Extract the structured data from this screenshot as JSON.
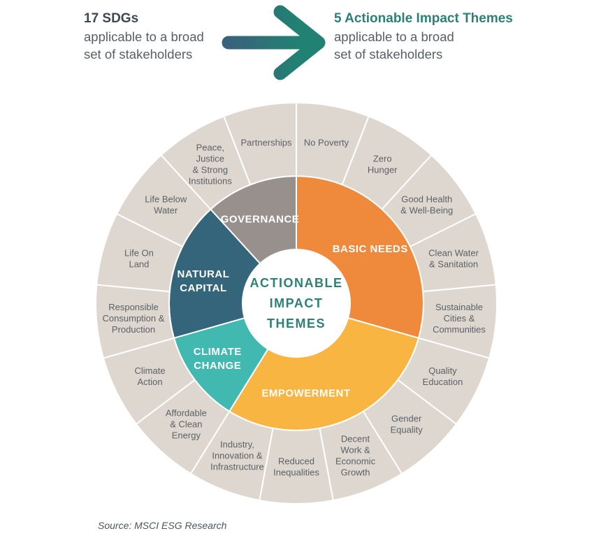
{
  "header": {
    "left": {
      "title": "17 SDGs",
      "line1": "applicable to a broad",
      "line2": "set of stakeholders"
    },
    "right": {
      "title": "5 Actionable Impact Themes",
      "line1": "applicable to a broad",
      "line2": "set of stakeholders"
    },
    "arrow": {
      "from_color": "#3a617b",
      "to_color": "#218173"
    }
  },
  "wheel": {
    "center_label_lines": [
      "ACTIONABLE",
      "IMPACT",
      "THEMES"
    ],
    "center_label_color": "#2e8077",
    "outer_segment_color": "#ded7cf",
    "outer_label_color": "#5b6166",
    "divider_color": "#ffffff",
    "themes": [
      {
        "name": "BASIC NEEDS",
        "label_lines": [
          "BASIC NEEDS"
        ],
        "color": "#ef8a3d",
        "sdgs": [
          {
            "label_lines": [
              "No Poverty"
            ]
          },
          {
            "label_lines": [
              "Zero",
              "Hunger"
            ]
          },
          {
            "label_lines": [
              "Good Health",
              "& Well-Being"
            ]
          },
          {
            "label_lines": [
              "Clean Water",
              "& Sanitation"
            ]
          },
          {
            "label_lines": [
              "Sustainable",
              "Cities &",
              "Communities"
            ]
          }
        ]
      },
      {
        "name": "EMPOWERMENT",
        "label_lines": [
          "EMPOWERMENT"
        ],
        "color": "#f8b542",
        "sdgs": [
          {
            "label_lines": [
              "Quality",
              "Education"
            ]
          },
          {
            "label_lines": [
              "Gender",
              "Equality"
            ]
          },
          {
            "label_lines": [
              "Decent",
              "Work &",
              "Economic",
              "Growth"
            ]
          },
          {
            "label_lines": [
              "Reduced",
              "Inequalities"
            ]
          },
          {
            "label_lines": [
              "Industry,",
              "Innovation &",
              "Infrastructure"
            ]
          }
        ]
      },
      {
        "name": "CLIMATE CHANGE",
        "label_lines": [
          "CLIMATE",
          "CHANGE"
        ],
        "color": "#41b8b0",
        "sdgs": [
          {
            "label_lines": [
              "Affordable",
              "& Clean",
              "Energy"
            ]
          },
          {
            "label_lines": [
              "Climate",
              "Action"
            ]
          }
        ]
      },
      {
        "name": "NATURAL CAPITAL",
        "label_lines": [
          "NATURAL",
          "CAPITAL"
        ],
        "color": "#35657a",
        "sdgs": [
          {
            "label_lines": [
              "Responsible",
              "Consumption &",
              "Production"
            ]
          },
          {
            "label_lines": [
              "Life On",
              "Land"
            ]
          },
          {
            "label_lines": [
              "Life Below",
              "Water"
            ]
          }
        ]
      },
      {
        "name": "GOVERNANCE",
        "label_lines": [
          "GOVERNANCE"
        ],
        "color": "#97908d",
        "sdgs": [
          {
            "label_lines": [
              "Peace,",
              "Justice",
              "& Strong",
              "Institutions"
            ]
          },
          {
            "label_lines": [
              "Partnerships"
            ]
          }
        ]
      }
    ]
  },
  "footer": {
    "source": "Source: MSCI ESG Research"
  }
}
